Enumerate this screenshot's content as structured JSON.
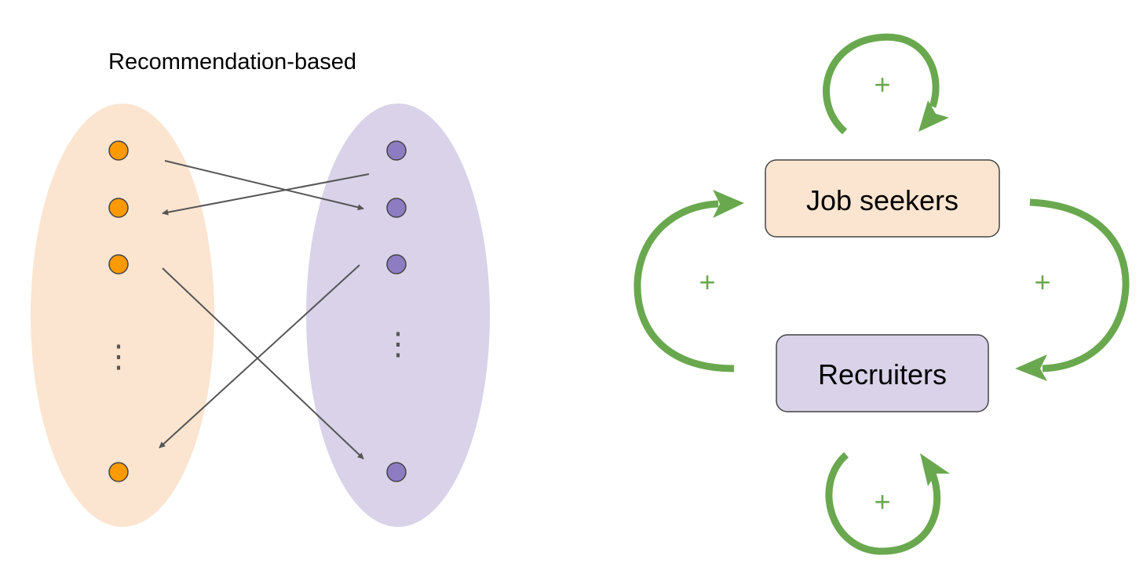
{
  "left_diagram": {
    "title": "Recommendation-based",
    "ellipsis": "⋮",
    "colors": {
      "left_group_fill": "#fbe5d0",
      "right_group_fill": "#d9d2e9",
      "left_node": "#ff9900",
      "right_node": "#8e7cc3",
      "arrow": "#555555"
    }
  },
  "right_diagram": {
    "top_box_label": "Job seekers",
    "bottom_box_label": "Recruiters",
    "loop_labels": {
      "top": "+",
      "left": "+",
      "right": "+",
      "bottom": "+"
    },
    "colors": {
      "top_box_fill": "#fbe5d0",
      "bottom_box_fill": "#d9d2e9",
      "loop": "#6aa84f"
    }
  }
}
